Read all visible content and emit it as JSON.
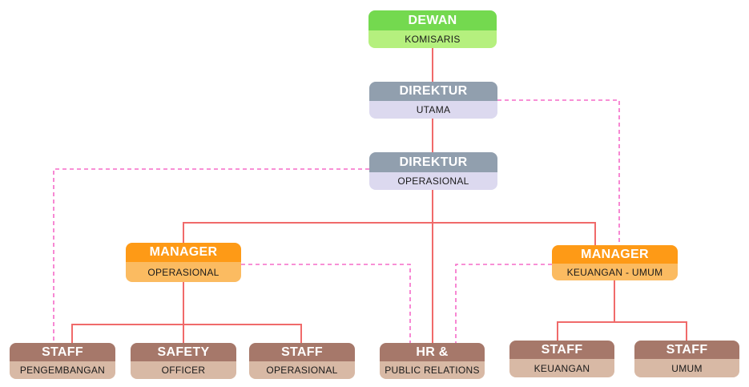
{
  "nodes": {
    "dewan": {
      "title": "DEWAN",
      "subtitle": "KOMISARIS"
    },
    "direktur_utama": {
      "title": "DIREKTUR",
      "subtitle": "UTAMA"
    },
    "direktur_operasional": {
      "title": "DIREKTUR",
      "subtitle": "OPERASIONAL"
    },
    "manager_operasional": {
      "title": "MANAGER",
      "subtitle": "OPERASIONAL"
    },
    "manager_keuangan": {
      "title": "MANAGER",
      "subtitle": "KEUANGAN - UMUM"
    },
    "staff_pengembangan": {
      "title": "STAFF",
      "subtitle": "PENGEMBANGAN"
    },
    "safety_officer": {
      "title": "SAFETY",
      "subtitle": "OFFICER"
    },
    "staff_operasional": {
      "title": "STAFF",
      "subtitle": "OPERASIONAL"
    },
    "hr_public_relations": {
      "title": "HR &",
      "subtitle": "PUBLIC RELATIONS"
    },
    "staff_keuangan": {
      "title": "STAFF",
      "subtitle": "KEUANGAN"
    },
    "staff_umum": {
      "title": "STAFF",
      "subtitle": "UMUM"
    }
  },
  "colors": {
    "solid_line": "#f06a6a",
    "dashed_line": "#f56bc8",
    "green_header": "#74d94f",
    "green_body": "#b5f07e",
    "gray_header": "#919fae",
    "gray_body": "#dcd9ef",
    "orange_header": "#fe9a16",
    "orange_body": "#fbbb61",
    "brown_header": "#a6786a",
    "brown_body": "#d8b9a5"
  }
}
